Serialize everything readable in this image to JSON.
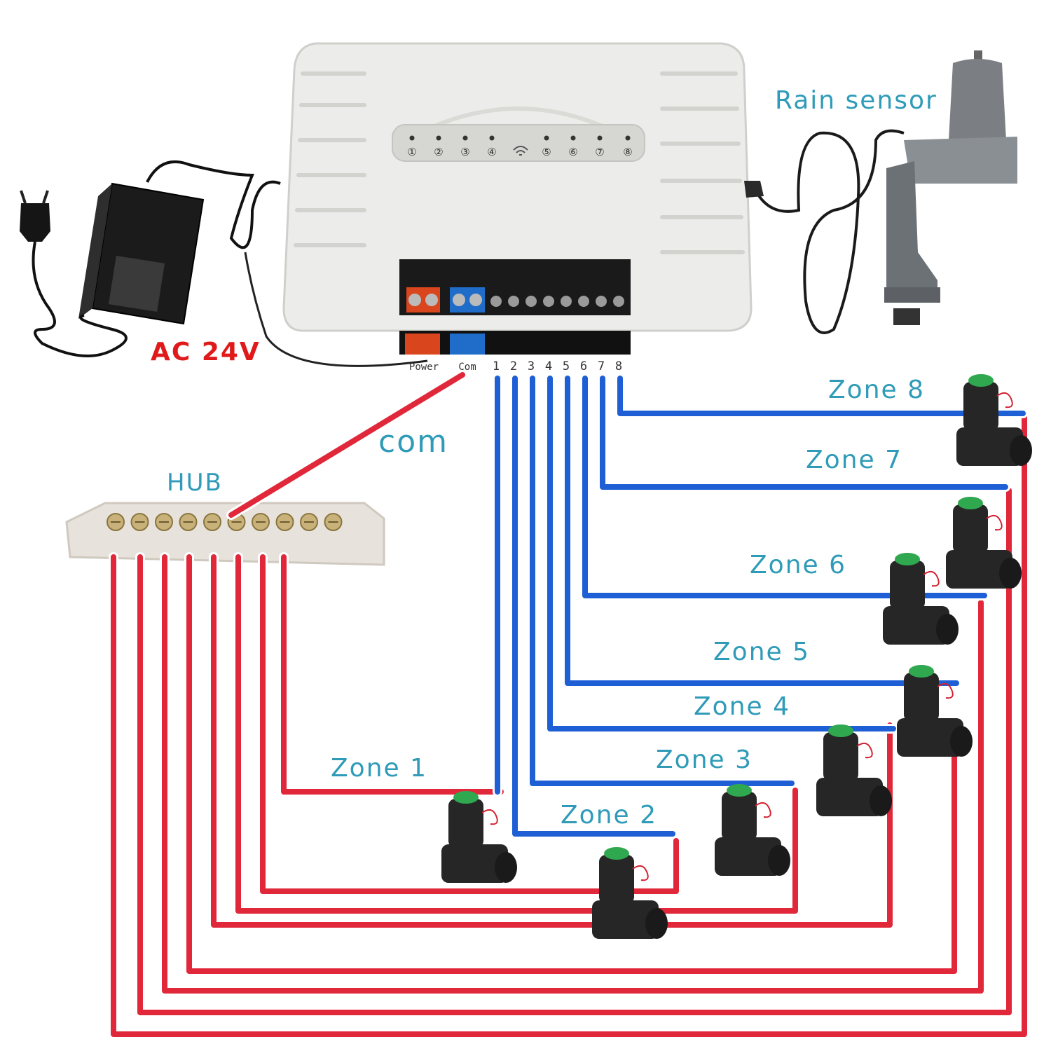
{
  "labels": {
    "rain_sensor": "Rain sensor",
    "ac_supply": "AC 24V",
    "com": "com",
    "hub": "HUB"
  },
  "controller": {
    "led_labels": [
      "①",
      "②",
      "③",
      "④",
      "⑤",
      "⑥",
      "⑦",
      "⑧"
    ],
    "terminal_labels": [
      "Power",
      "Com",
      "1",
      "2",
      "3",
      "4",
      "5",
      "6",
      "7",
      "8"
    ]
  },
  "zones": [
    "Zone 1",
    "Zone 2",
    "Zone 3",
    "Zone 4",
    "Zone 5",
    "Zone 6",
    "Zone 7",
    "Zone 8"
  ],
  "colors": {
    "common_wire": "#e0283a",
    "zone_wire": "#1f5fd6",
    "zone_label": "#2f9bb8",
    "ac_label": "#e01a1a",
    "controller_body": "#ececea",
    "valve_body": "#262626"
  }
}
